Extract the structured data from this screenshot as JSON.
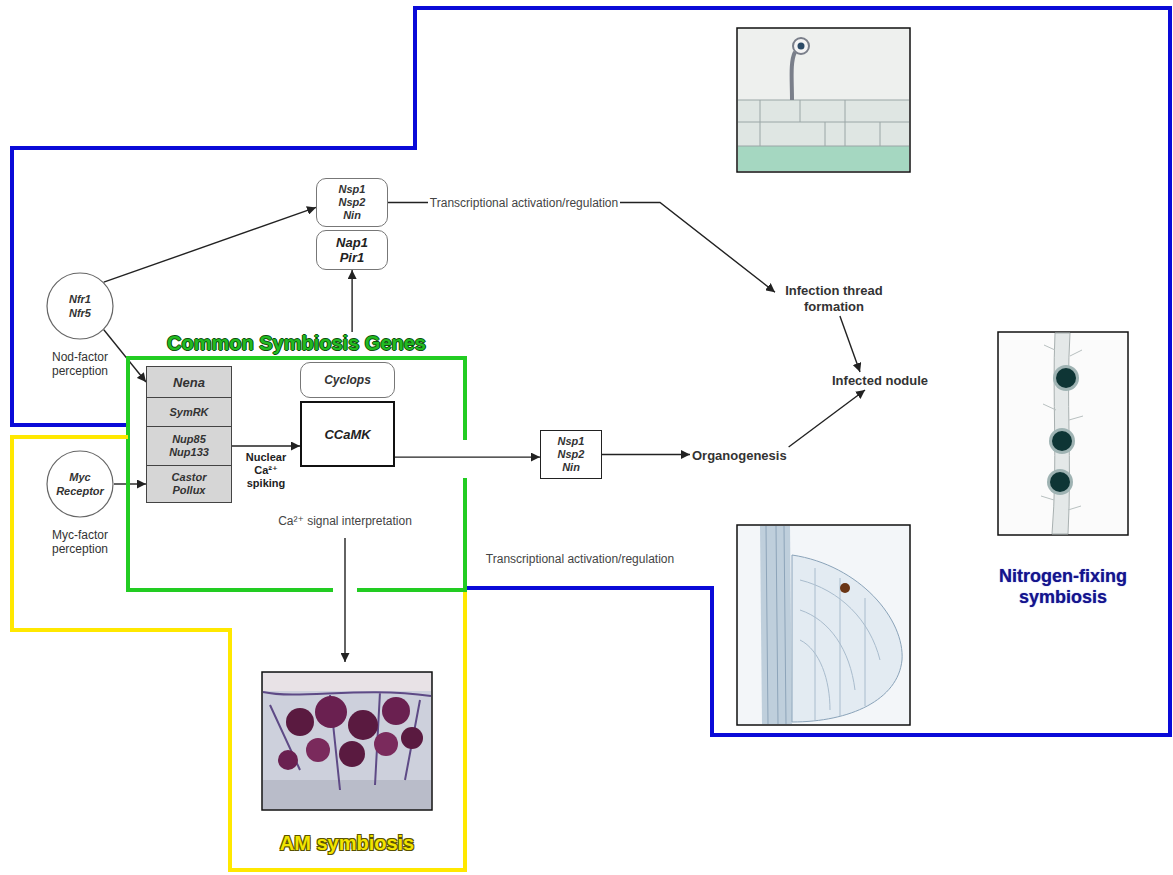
{
  "diagram": {
    "nodes": [
      {
        "text": [
          "Nitrogen-fixing symbiosis"
        ]
      },
      {
        "text": [
          "Nfr1 Nfr5",
          "Nod-factor perception"
        ],
        "in": 0
      },
      {
        "text": [
          "Nsp1 Nsp2 Nin"
        ],
        "in": 0
      },
      {
        "text": [
          "Nap1 Pir1"
        ],
        "in": 0
      },
      {
        "text": [
          "Infection thread formation"
        ],
        "in": 0
      },
      {
        "text": [
          "Infected nodule"
        ],
        "in": 0
      },
      {
        "text": [
          "Nsp1 Nsp2 Nin"
        ],
        "in": 0
      },
      {
        "text": [
          "Organogenesis"
        ],
        "in": 0
      },
      {
        "text": [
          "Common Symbiosis Genes"
        ]
      },
      {
        "text": [
          "Nena"
        ],
        "in": 8
      },
      {
        "text": [
          "SymRK"
        ],
        "in": 8
      },
      {
        "text": [
          "Nup85 Nup133"
        ],
        "in": 8
      },
      {
        "text": [
          "Castor Pollux"
        ],
        "in": 8
      },
      {
        "text": [
          "Cyclops"
        ],
        "in": 8
      },
      {
        "text": [
          "CCaMK"
        ],
        "in": 8
      },
      {
        "text": [
          "AM symbiosis"
        ]
      },
      {
        "text": [
          "Myc Receptor",
          "Myc-factor perception"
        ],
        "in": 15
      }
    ],
    "edges": [
      {
        "from": 1,
        "to": 2,
        "arrow": "to"
      },
      {
        "from": 1,
        "to": 9,
        "arrow": "to"
      },
      {
        "from": 16,
        "to": 12,
        "arrow": "to"
      },
      {
        "from": 8,
        "to": 3,
        "arrow": "to"
      },
      {
        "from": 2,
        "to": 4,
        "label": "Transcriptional activation/regulation",
        "arrow": "to"
      },
      {
        "from": 11,
        "to": 14,
        "label": "Nuclear Ca²⁺ spiking",
        "arrow": "to"
      },
      {
        "from": 14,
        "to": 6,
        "arrow": "to"
      },
      {
        "from": 6,
        "to": 7,
        "arrow": "to"
      },
      {
        "from": 4,
        "to": 5,
        "arrow": "to"
      },
      {
        "from": 7,
        "to": 5,
        "arrow": "to"
      }
    ],
    "labels": [
      "Ca²⁺ signal interpretation",
      "Transcriptional activation/regulation"
    ]
  }
}
